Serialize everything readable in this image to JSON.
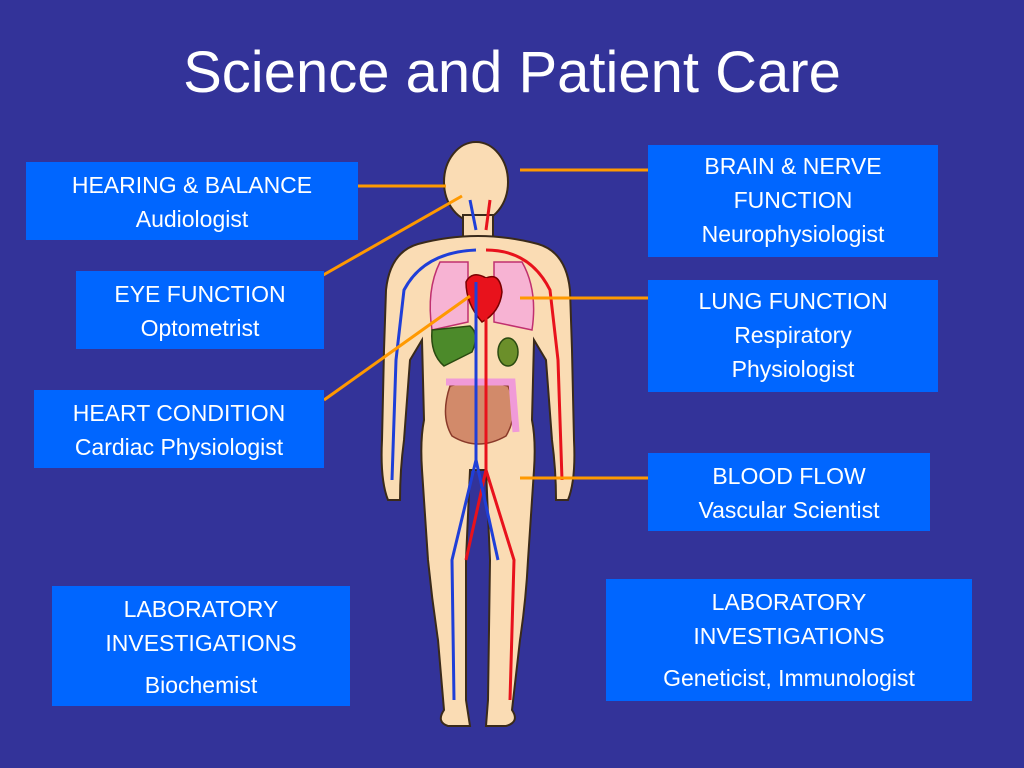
{
  "title": "Science and Patient Care",
  "colors": {
    "background": "#333399",
    "box": "#0066ff",
    "connector": "#ff9900",
    "skin": "#fadcb4",
    "artery": "#e8121c",
    "vein": "#1f3fd8"
  },
  "boxes": {
    "hearing": {
      "line1": "HEARING & BALANCE",
      "line2": "Audiologist"
    },
    "eye": {
      "line1": "EYE FUNCTION",
      "line2": "Optometrist"
    },
    "heart": {
      "line1": "HEART CONDITION",
      "line2": "Cardiac Physiologist"
    },
    "lab_left": {
      "line1": "LABORATORY",
      "line2": "INVESTIGATIONS",
      "line3": "Biochemist"
    },
    "brain": {
      "line1": "BRAIN & NERVE",
      "line2": "FUNCTION",
      "line3": "Neurophysiologist"
    },
    "lung": {
      "line1": "LUNG FUNCTION",
      "line2": "Respiratory",
      "line3": "Physiologist"
    },
    "blood": {
      "line1": "BLOOD FLOW",
      "line2": "Vascular Scientist"
    },
    "lab_right": {
      "line1": "LABORATORY",
      "line2": "INVESTIGATIONS",
      "line3": "Geneticist, Immunologist"
    }
  }
}
